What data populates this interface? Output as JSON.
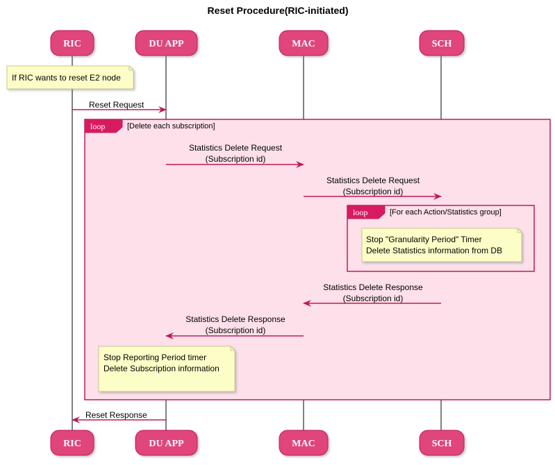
{
  "title": "Reset Procedure(RIC-initiated)",
  "colors": {
    "accent": "#c2185b",
    "participant_fill": "#e0457b",
    "loop_fill": "#fde0ea",
    "note_fill": "#fdfdc8",
    "lifeline": "#000000"
  },
  "participants": [
    {
      "id": "ric",
      "label": "RIC"
    },
    {
      "id": "du",
      "label": "DU APP"
    },
    {
      "id": "mac",
      "label": "MAC"
    },
    {
      "id": "sch",
      "label": "SCH"
    }
  ],
  "loops": [
    {
      "id": "outer",
      "keyword": "loop",
      "condition": "[Delete each subscription]"
    },
    {
      "id": "inner",
      "keyword": "loop",
      "condition": "[For each Action/Statistics group]"
    }
  ],
  "notes": [
    {
      "id": "note1",
      "lines": [
        "If RIC wants to reset E2 node"
      ]
    },
    {
      "id": "note2",
      "lines": [
        "Stop \"Granularity Period\" Timer",
        "Delete Statistics information from DB"
      ]
    },
    {
      "id": "note3",
      "lines": [
        "Stop Reporting Period timer",
        "Delete Subscription information"
      ]
    }
  ],
  "messages": [
    {
      "id": "m1",
      "from": "ric",
      "to": "du",
      "lines": [
        "Reset Request"
      ]
    },
    {
      "id": "m2",
      "from": "du",
      "to": "mac",
      "lines": [
        "Statistics Delete Request",
        "(Subscription id)"
      ]
    },
    {
      "id": "m3",
      "from": "mac",
      "to": "sch",
      "lines": [
        "Statistics Delete Request",
        "(Subscription id)"
      ]
    },
    {
      "id": "m4",
      "from": "sch",
      "to": "mac",
      "lines": [
        "Statistics Delete Response",
        "(Subscription id)"
      ]
    },
    {
      "id": "m5",
      "from": "mac",
      "to": "du",
      "lines": [
        "Statistics Delete Response",
        "(Subscription id)"
      ]
    },
    {
      "id": "m6",
      "from": "du",
      "to": "ric",
      "lines": [
        "Reset Response"
      ]
    }
  ]
}
